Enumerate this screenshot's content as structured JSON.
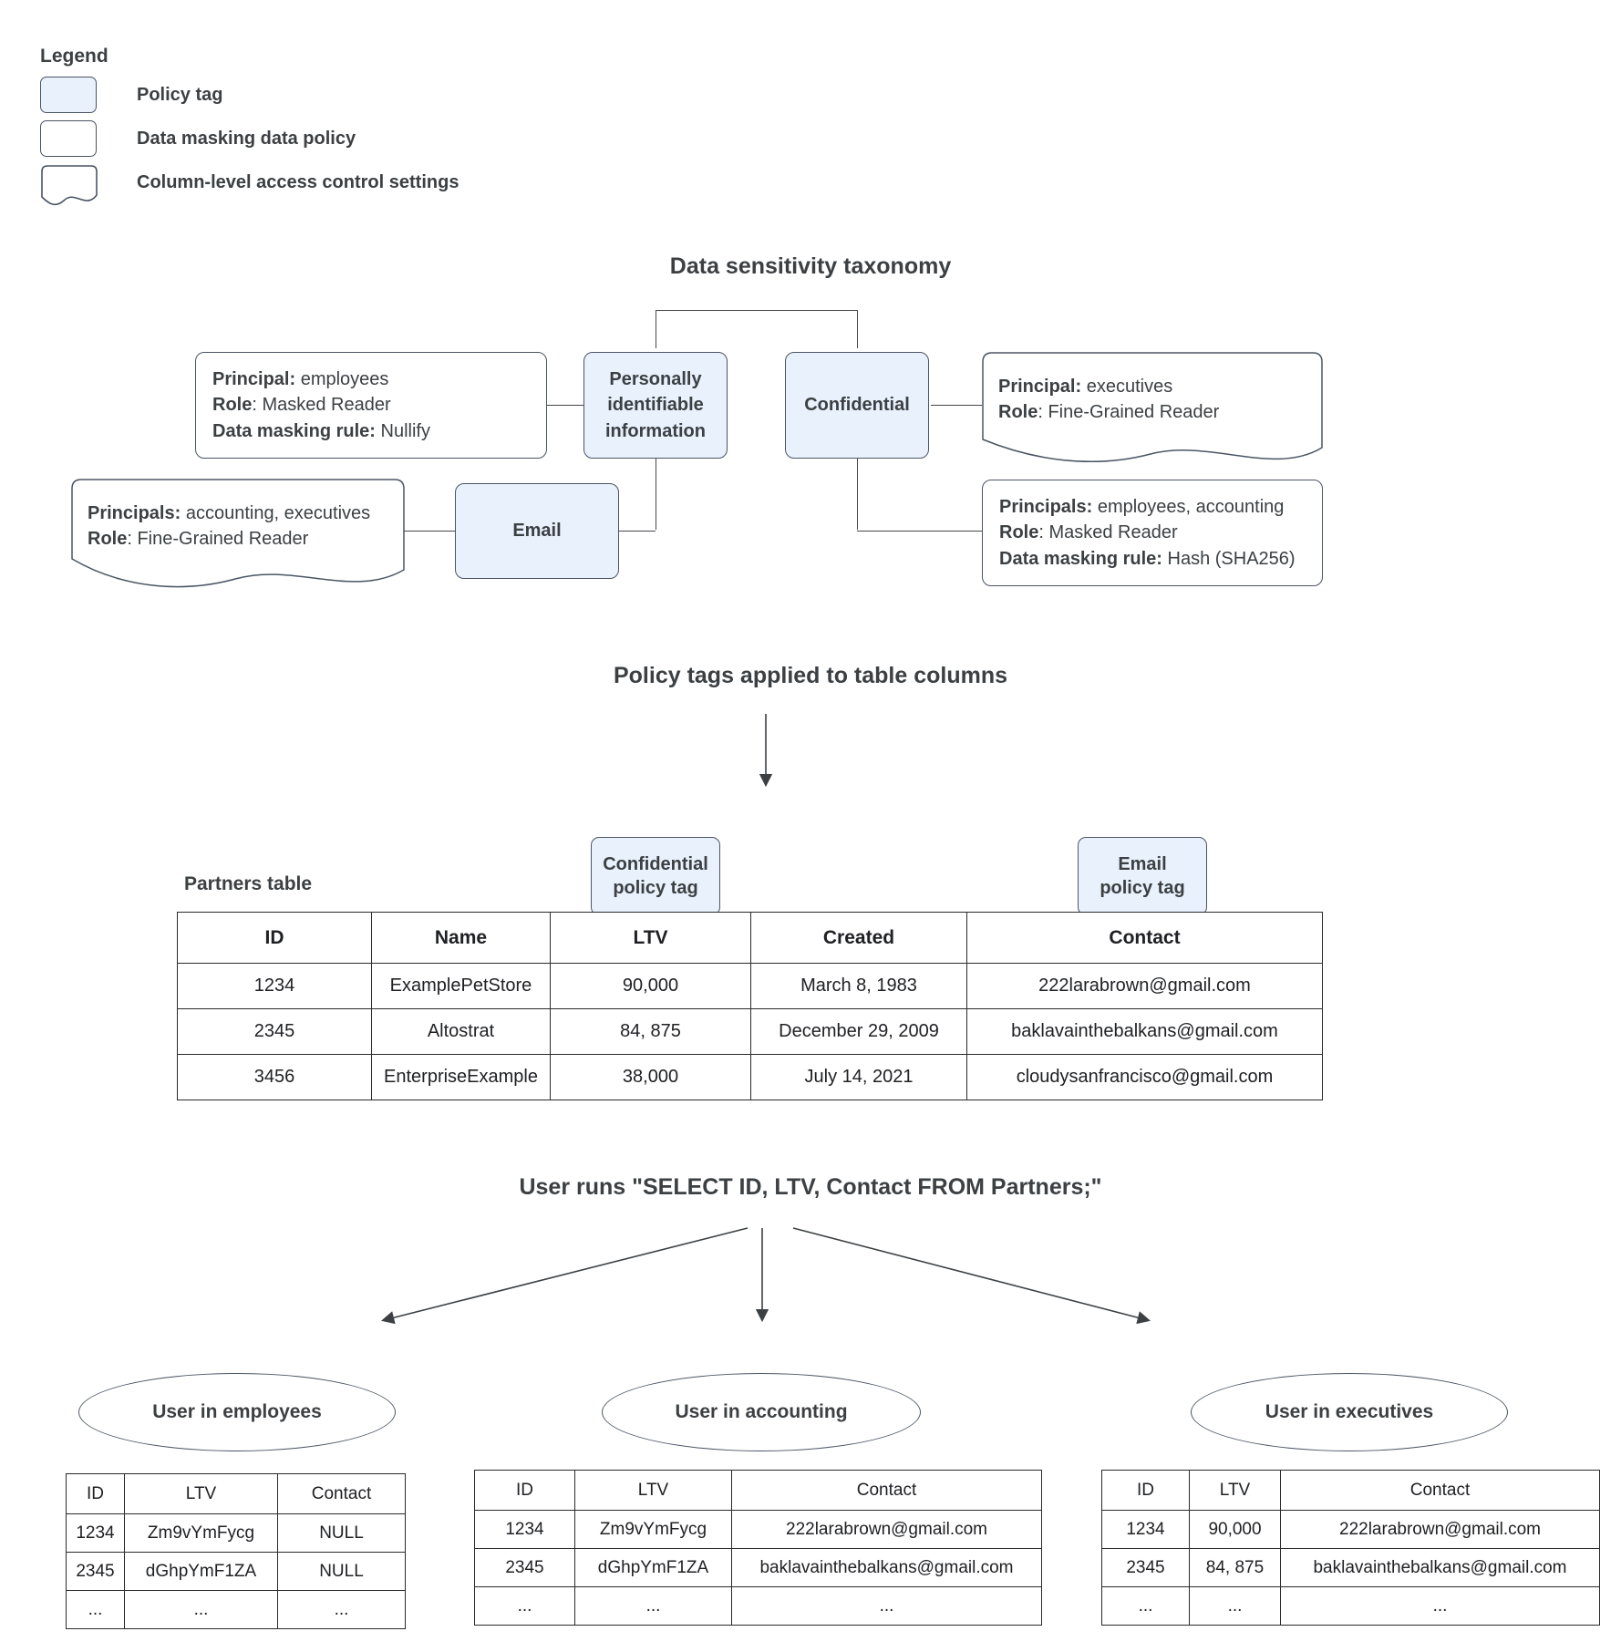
{
  "legend": {
    "title": "Legend",
    "items": [
      {
        "label": "Policy tag",
        "swatch": "policy-tag"
      },
      {
        "label": "Data masking data policy",
        "swatch": "data-policy"
      },
      {
        "label": "Column-level access control settings",
        "swatch": "column-access"
      }
    ]
  },
  "taxonomy": {
    "title": "Data sensitivity taxonomy",
    "tags": {
      "pii": "Personally identifiable information",
      "confidential": "Confidential",
      "email": "Email"
    },
    "policies": {
      "pii_masking": {
        "principal_key": "Principal:",
        "principal_value": " employees",
        "role_key": "Role",
        "role_value": ": Masked Reader",
        "rule_key": "Data masking rule:",
        "rule_value": " Nullify"
      },
      "email_access": {
        "principal_key": "Principals:",
        "principal_value": " accounting, executives",
        "role_key": "Role",
        "role_value": ": Fine-Grained Reader"
      },
      "confidential_access": {
        "principal_key": "Principal:",
        "principal_value": " executives",
        "role_key": "Role",
        "role_value": ": Fine-Grained Reader"
      },
      "confidential_masking": {
        "principal_key": "Principals:",
        "principal_value": " employees, accounting",
        "role_key": "Role",
        "role_value": ": Masked Reader",
        "rule_key": "Data masking rule:",
        "rule_value": " Hash (SHA256)"
      }
    }
  },
  "applied": {
    "title": "Policy tags applied to table columns",
    "caption": "Partners table",
    "chips": {
      "confidential": "Confidential\npolicy tag",
      "confidential_l1": "Confidential",
      "confidential_l2": "policy tag",
      "email_l1": "Email",
      "email_l2": "policy tag"
    },
    "table": {
      "columns": [
        "ID",
        "Name",
        "LTV",
        "Created",
        "Contact"
      ],
      "rows": [
        [
          "1234",
          "ExamplePetStore",
          "90,000",
          "March 8, 1983",
          "222larabrown@gmail.com"
        ],
        [
          "2345",
          "Altostrat",
          "84, 875",
          "December 29, 2009",
          "baklavainthebalkans@gmail.com"
        ],
        [
          "3456",
          "EnterpriseExample",
          "38,000",
          "July 14, 2021",
          "cloudysanfrancisco@gmail.com"
        ]
      ]
    }
  },
  "query": {
    "title": "User runs \"SELECT ID, LTV, Contact FROM Partners;\""
  },
  "results": [
    {
      "role_label": "User in employees",
      "columns": [
        "ID",
        "LTV",
        "Contact"
      ],
      "rows": [
        [
          "1234",
          "Zm9vYmFycg",
          "NULL"
        ],
        [
          "2345",
          "dGhpYmF1ZA",
          "NULL"
        ],
        [
          "...",
          "...",
          "..."
        ]
      ]
    },
    {
      "role_label": "User in accounting",
      "columns": [
        "ID",
        "LTV",
        "Contact"
      ],
      "rows": [
        [
          "1234",
          "Zm9vYmFycg",
          "222larabrown@gmail.com"
        ],
        [
          "2345",
          "dGhpYmF1ZA",
          "baklavainthebalkans@gmail.com"
        ],
        [
          "...",
          "...",
          "..."
        ]
      ]
    },
    {
      "role_label": "User in executives",
      "columns": [
        "ID",
        "LTV",
        "Contact"
      ],
      "rows": [
        [
          "1234",
          "90,000",
          "222larabrown@gmail.com"
        ],
        [
          "2345",
          "84, 875",
          "baklavainthebalkans@gmail.com"
        ],
        [
          "...",
          "...",
          "..."
        ]
      ]
    }
  ],
  "colors": {
    "tag_fill": "#e9f1fd",
    "stroke": "#4b5563",
    "text": "#3c4043"
  }
}
